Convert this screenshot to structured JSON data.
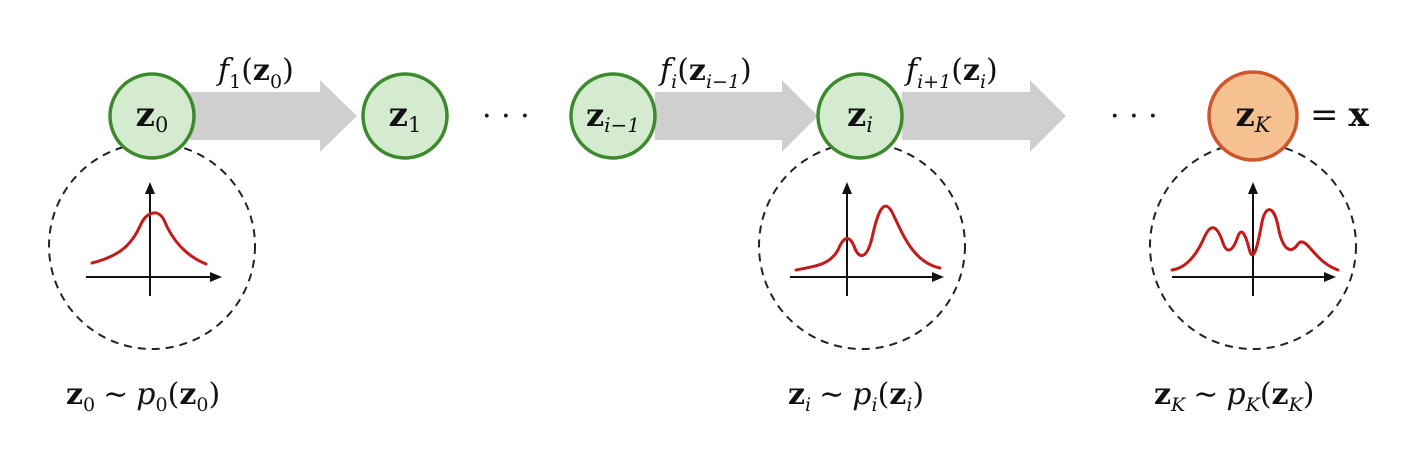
{
  "colors": {
    "node_fill": "#d5ebd0",
    "node_stroke": "#3c8a2c",
    "final_fill": "#f6c191",
    "final_stroke": "#d0552a",
    "arrow": "#cfcfcf",
    "curve": "#c41a1a",
    "dashed": "#222222"
  },
  "nodes": {
    "z0": {
      "base": "z",
      "sub": "0"
    },
    "z1": {
      "base": "z",
      "sub": "1"
    },
    "zim1": {
      "base": "z",
      "sub": "i−1"
    },
    "zi": {
      "base": "z",
      "sub": "i"
    },
    "zK": {
      "base": "z",
      "sub": "K"
    }
  },
  "arrows": {
    "f1": {
      "f": "f",
      "fsub": "1",
      "open": "(",
      "z": "z",
      "zsub": "0",
      "close": ")"
    },
    "fi": {
      "f": "f",
      "fsub": "i",
      "open": "(",
      "z": "z",
      "zsub": "i−1",
      "close": ")"
    },
    "fi1": {
      "f": "f",
      "fsub": "i+1",
      "open": "(",
      "z": "z",
      "zsub": "i",
      "close": ")"
    }
  },
  "ellipsis": "· · ·",
  "equals_x": {
    "eq": "=",
    "x": "x"
  },
  "distributions": {
    "d0": {
      "z": "z",
      "zsub": "0",
      "sim": "∼",
      "p": "p",
      "psub": "0",
      "open": "(",
      "z2": "z",
      "z2sub": "0",
      "close": ")"
    },
    "di": {
      "z": "z",
      "zsub": "i",
      "sim": "∼",
      "p": "p",
      "psub": "i",
      "open": "(",
      "z2": "z",
      "z2sub": "i",
      "close": ")"
    },
    "dK": {
      "z": "z",
      "zsub": "K",
      "sim": "∼",
      "p": "p",
      "psub": "K",
      "open": "(",
      "z2": "z",
      "z2sub": "K",
      "close": ")"
    }
  }
}
